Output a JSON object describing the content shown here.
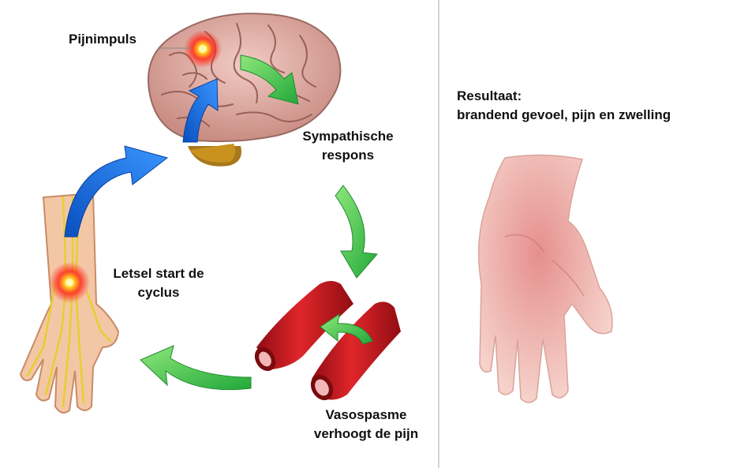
{
  "labels": {
    "pain_impulse": "Pijnimpuls",
    "sympathetic_line1": "Sympathische",
    "sympathetic_line2": "respons",
    "injury_line1": "Letsel start de",
    "injury_line2": "cyclus",
    "vasospasm_line1": "Vasospasme",
    "vasospasm_line2": "verhoogt de pijn",
    "result_title": "Resultaat:",
    "result_text": "brandend gevoel, pijn en zwelling"
  },
  "colors": {
    "green_arrow": "#3fc94a",
    "blue_arrow": "#1e73e8",
    "vessel_red": "#c41a1f",
    "brain_pink": "#e7b4ab",
    "pain_glow": "#ff2a1a",
    "divider": "#d4d4d4"
  }
}
